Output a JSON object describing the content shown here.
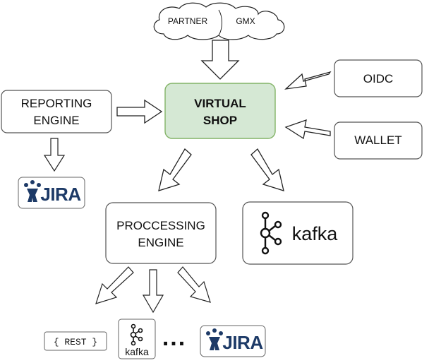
{
  "nodes": {
    "partner": "PARTNER",
    "gmx": "GMX",
    "virtual_shop": [
      "VIRTUAL",
      "SHOP"
    ],
    "reporting_engine": [
      "REPORTING",
      "ENGINE"
    ],
    "oidc": "OIDC",
    "wallet": "WALLET",
    "processing_engine": [
      "PROCCESSING",
      "ENGINE"
    ]
  },
  "logos": {
    "jira": "JIRA",
    "kafka": "kafka",
    "rest": "{ REST }",
    "ellipsis": "..."
  },
  "colors": {
    "virtual_shop_fill": "#d5e8d4",
    "virtual_shop_stroke": "#82b366",
    "jira_blue": "#1d3a67",
    "box_stroke": "#555555"
  },
  "icons": [
    "cloud-icon",
    "jira-icon",
    "kafka-icon",
    "arrow-icon"
  ]
}
